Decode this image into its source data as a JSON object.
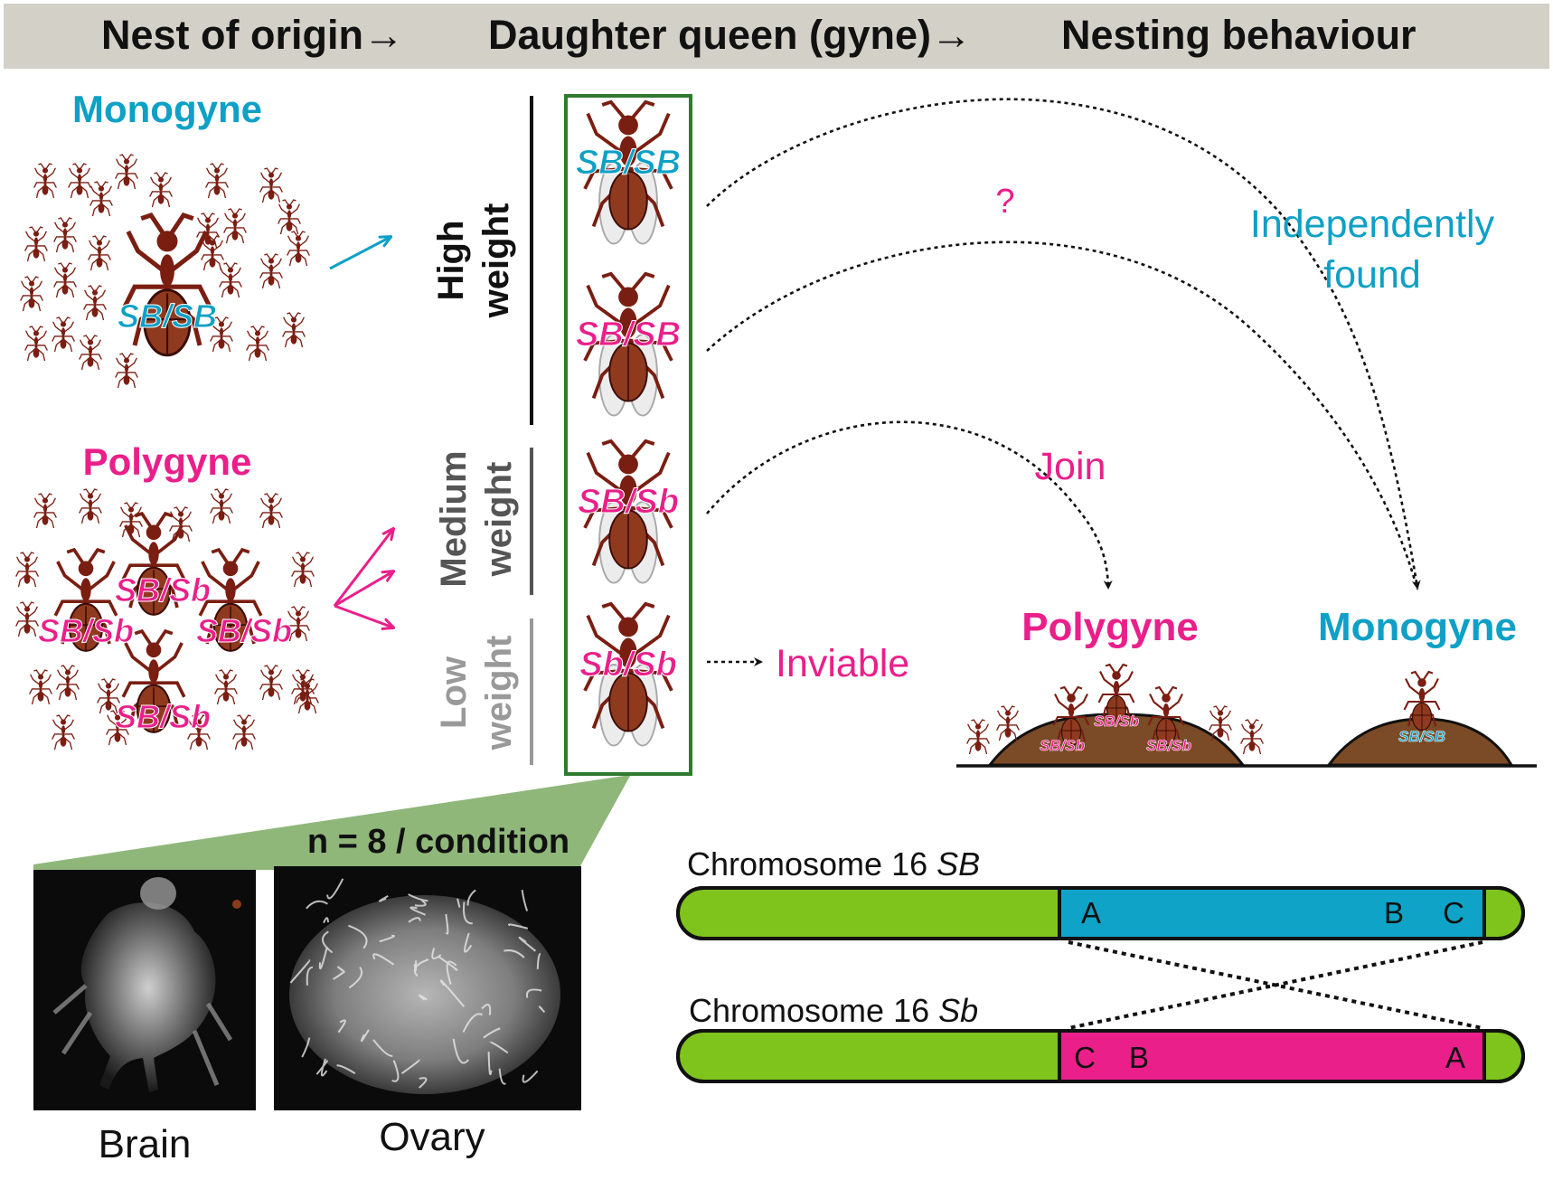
{
  "colors": {
    "mono": "#0ea0c6",
    "poly": "#ea1f8a",
    "ant": "#7a1e12",
    "ant_gaster": "#8f3a1f",
    "header_bg": "#d3d0c8",
    "frame_green": "#2f7a2f",
    "chrom_green": "#7fc41c",
    "chrom_blue": "#0fa3c8",
    "chrom_pink": "#ea1f8a",
    "mound": "#7b4a26",
    "fan_green": "#8fb77a",
    "dark_weight": "#111111",
    "medium_weight": "#555555",
    "low_weight": "#999999"
  },
  "header": {
    "col1": "Nest of origin→",
    "col2": "Daughter queen (gyne)→",
    "col3": "Nesting behaviour"
  },
  "origin": {
    "mono_title": "Monogyne",
    "mono_genotype": "SB/SB",
    "poly_title": "Polygyne",
    "poly_genotype": "SB/Sb"
  },
  "weights": {
    "high": [
      "High",
      "weight"
    ],
    "medium": [
      "Medium",
      "weight"
    ],
    "low": [
      "Low",
      "weight"
    ]
  },
  "gynes": [
    {
      "genotype": "SB/SB",
      "color": "mono"
    },
    {
      "genotype": "SB/SB",
      "color": "poly"
    },
    {
      "genotype": "SB/Sb",
      "color": "poly"
    },
    {
      "genotype": "Sb/Sb",
      "color": "poly"
    }
  ],
  "behaviour": {
    "question": "?",
    "independent": [
      "Independently",
      "found"
    ],
    "join": "Join",
    "inviable": "Inviable",
    "poly_nest_title": "Polygyne",
    "mono_nest_title": "Monogyne",
    "poly_nest_genotype": "SB/Sb",
    "mono_nest_genotype": "SB/SB"
  },
  "samples": {
    "n_label": "n = 8 / condition",
    "brain_label": "Brain",
    "ovary_label": "Ovary"
  },
  "chromosomes": {
    "sb_label_prefix": "Chromosome 16 ",
    "sb_label_italic": "SB",
    "sb_markers": [
      "A",
      "B",
      "C"
    ],
    "sbsmall_label_prefix": "Chromosome 16 ",
    "sbsmall_label_italic": "Sb",
    "sbsmall_markers": [
      "C",
      "B",
      "A"
    ]
  }
}
